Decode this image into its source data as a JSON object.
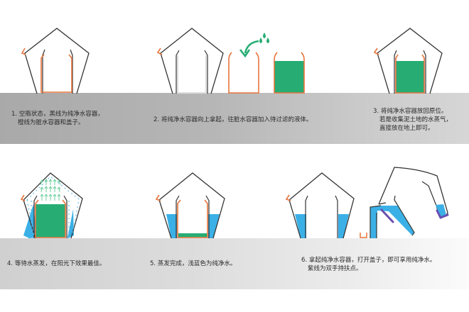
{
  "colors": {
    "outline": "#333333",
    "dirty_container": "#e8743c",
    "dirty_liquid": "#27ad74",
    "pure_water": "#3bb0e6",
    "vapor_arrows": "#6fcf9f",
    "condensation": "#5bb8ea",
    "hand_grip": "#6a4fb0",
    "top_band": "#b4b4b4",
    "bottom_band": "#e0e0e0"
  },
  "icons": {
    "pour_arrow": "curved-arrow-icon",
    "droplets": "water-droplets-icon"
  },
  "steps": [
    {
      "number": "1.",
      "line1": "空瓶状态，黑线为纯净水容器，",
      "line2": "橙线为脏水容器和盖子。"
    },
    {
      "number": "2.",
      "line1": "将纯净水容器向上拿起，往脏水容器加入待过滤的液体。",
      "line2": ""
    },
    {
      "number": "3.",
      "line1": "将纯净水容器放回原位。",
      "line2": "若是收集泥土地的水蒸气，",
      "line3": "直接放在地上即可。"
    },
    {
      "number": "4.",
      "line1": "等待水蒸发，在阳光下效果最佳。",
      "line2": ""
    },
    {
      "number": "5.",
      "line1": "蒸发完成，浅蓝色为纯净水。",
      "line2": ""
    },
    {
      "number": "6.",
      "line1": "拿起纯净水容器，打开盖子，即可享用纯净水。",
      "line2": "紫线为双手持扶点。"
    }
  ]
}
